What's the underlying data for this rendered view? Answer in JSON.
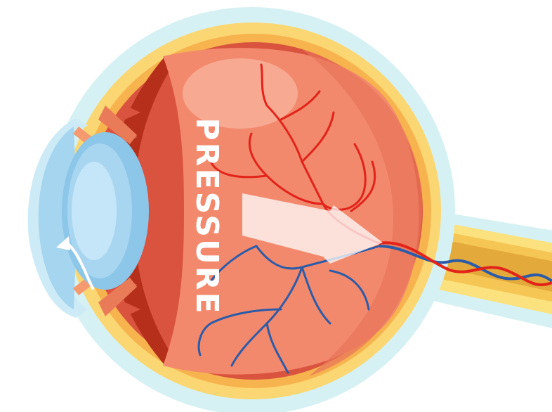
{
  "diagram": {
    "label_text": "PRESSURE",
    "parts": [
      "outer-membrane",
      "sclera",
      "choroid",
      "retina",
      "vitreous-body",
      "ciliary-body",
      "cornea",
      "iris",
      "lens",
      "optic-nerve",
      "central-retinal-artery",
      "central-retinal-vein",
      "retinal-arteries",
      "retinal-veins",
      "pressure-arrow",
      "aqueous-flow-arrow"
    ],
    "colors": {
      "outer_membrane": "#d6f1f3",
      "sclera": "#fbd773",
      "choroid": "#d9533f",
      "retina_band": "#b52f1b",
      "vitreous": "#f2896d",
      "vitreous_shade": "#e8735a",
      "highlight": "#f8a991",
      "cornea": "#a6d5ef",
      "lens": "#8cc6e8",
      "lens_inner": "#c5e6f8",
      "optic_nerve": "#f6c654",
      "optic_nerve_core": "#e3a93a",
      "artery": "#e2231a",
      "vein": "#2c5ba8",
      "arrow": "#ffffff"
    }
  }
}
